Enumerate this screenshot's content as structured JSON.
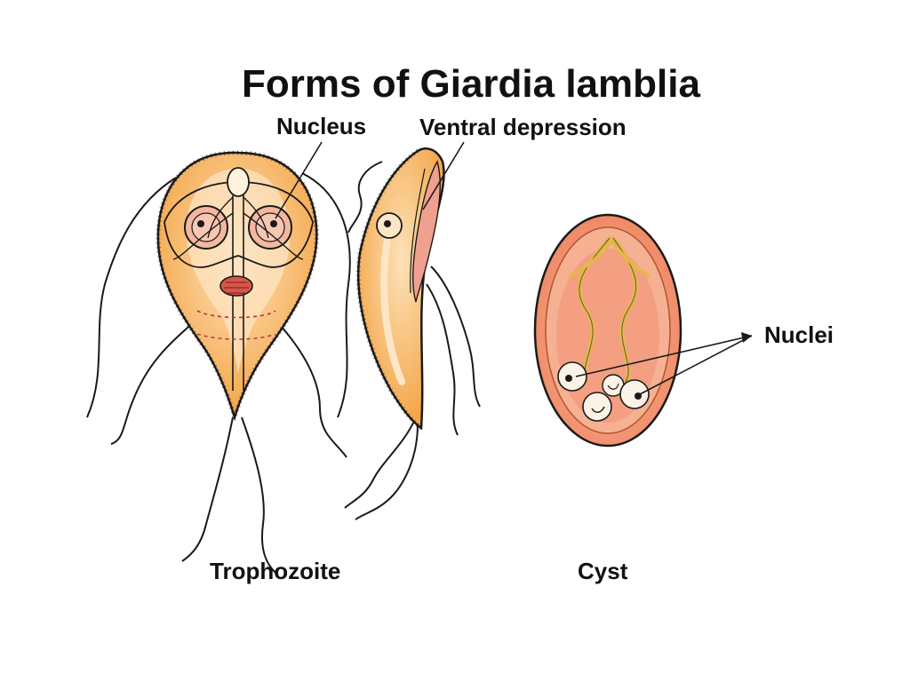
{
  "title": "Forms of Giardia lamblia",
  "labels": {
    "nucleus": "Nucleus",
    "ventral_depression": "Ventral depression",
    "nuclei": "Nuclei",
    "trophozoite": "Trophozoite",
    "cyst": "Cyst"
  },
  "colors": {
    "body_orange": "#f4a548",
    "body_light": "#fde2b8",
    "cyst_pink": "#f08a6a",
    "cyst_inner": "#f7b39a",
    "outline": "#1a1a1a",
    "nucleus_pink": "#f4b8a0"
  }
}
